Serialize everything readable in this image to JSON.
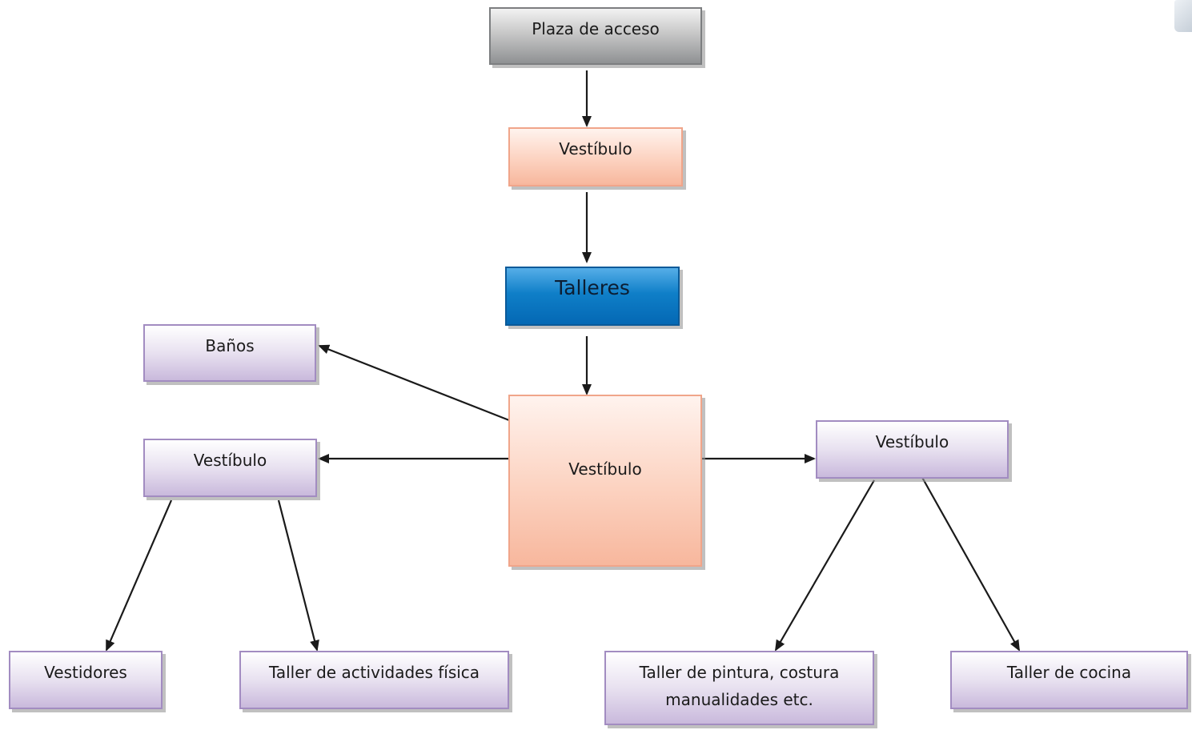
{
  "nodes": {
    "plaza": "Plaza de acceso",
    "vestibulo_top": "Vestíbulo",
    "talleres": "Talleres",
    "banos": "Baños",
    "vestibulo_center": "Vestíbulo",
    "vestibulo_left": "Vestíbulo",
    "vestibulo_right": "Vestíbulo",
    "vestidores": "Vestidores",
    "taller_fisica": "Taller de actividades física",
    "taller_pintura": "Taller de pintura, costura manualidades etc.",
    "taller_cocina": "Taller de cocina"
  },
  "colors": {
    "gray": "#9a9c9e",
    "salmon": "#f9c4ae",
    "blue": "#0a78c2",
    "purple": "#d8cde6",
    "arrow": "#1a1a1a"
  }
}
